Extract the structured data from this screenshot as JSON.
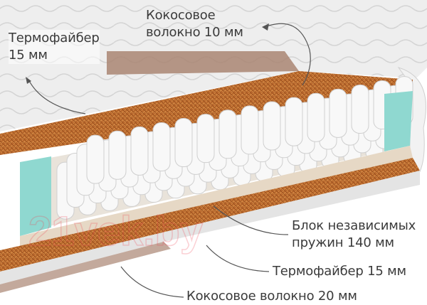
{
  "labels": {
    "top_coconut": {
      "line1": "Кокосовое",
      "line2": "волокно 10 мм"
    },
    "top_thermofiber": {
      "line1": "Термофайбер",
      "line2": "15 мм"
    },
    "spring_block": {
      "line1": "Блок независимых",
      "line2": "пружин 140 мм"
    },
    "bottom_thermofiber": "Термофайбер 15 мм",
    "bottom_coconut": "Кокосовое волокно 20 мм"
  },
  "watermark": "21vek.by",
  "colors": {
    "cover": "#ececec",
    "coconut": "#b8672c",
    "foam": "#8fd8d0",
    "thermofiber": "#a98572",
    "spring": "#f7f7f7",
    "text": "#3b3b3b"
  }
}
